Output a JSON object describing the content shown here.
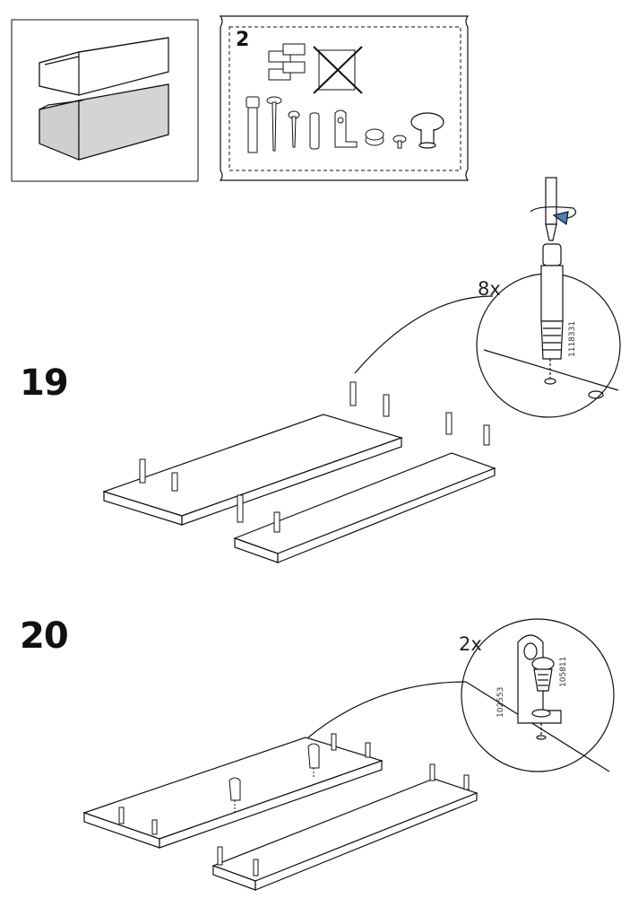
{
  "parts_panel": {
    "count_label": "2"
  },
  "steps": [
    {
      "number": "19",
      "callout_qty": "8x",
      "part_numbers": [
        "1118331"
      ]
    },
    {
      "number": "20",
      "callout_qty": "2x",
      "part_numbers": [
        "102553",
        "105811"
      ]
    }
  ],
  "colors": {
    "line": "#111111",
    "panel_fill": "#d9d9d9",
    "board_fill": "#ffffff",
    "blue_arrow": "#4a7fbf"
  }
}
